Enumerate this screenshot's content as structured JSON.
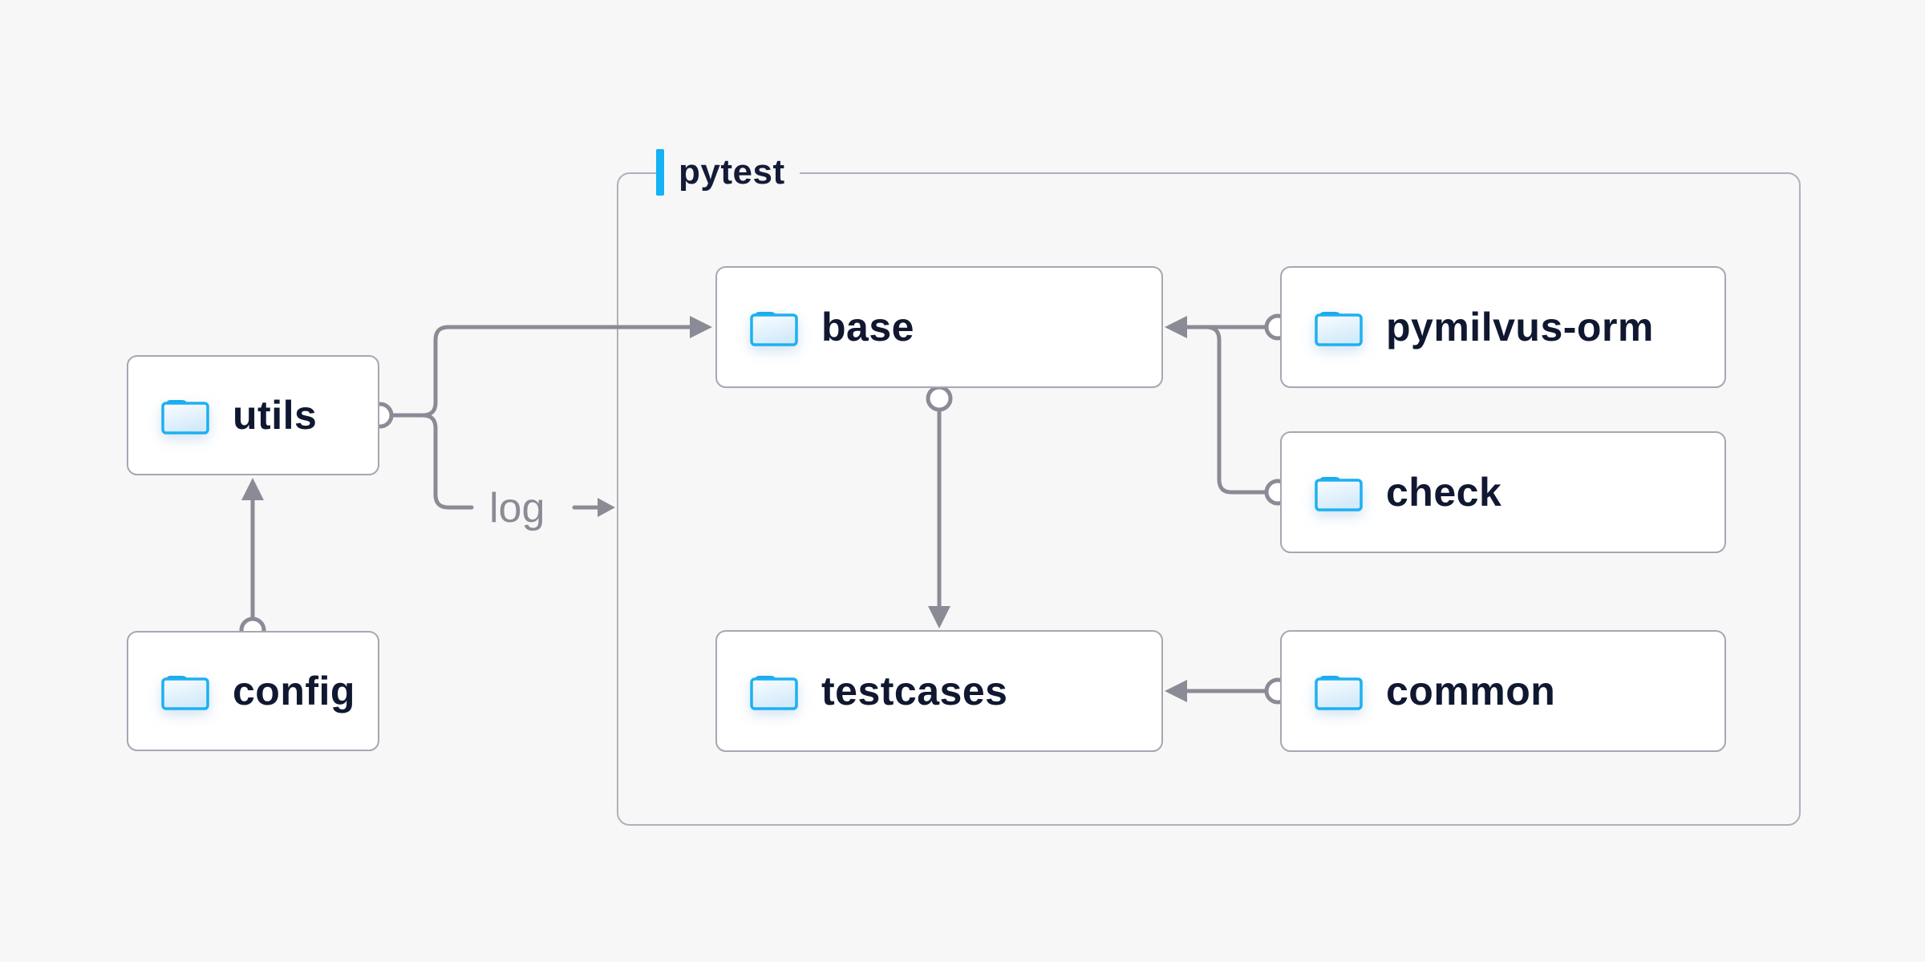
{
  "diagram": {
    "title_group": {
      "label": "pytest",
      "accent_color": "#14b1f4"
    },
    "nodes": [
      {
        "id": "utils",
        "label": "utils",
        "icon": "folder-icon"
      },
      {
        "id": "config",
        "label": "config",
        "icon": "folder-icon"
      },
      {
        "id": "base",
        "label": "base",
        "icon": "folder-icon"
      },
      {
        "id": "pymilvus-orm",
        "label": "pymilvus-orm",
        "icon": "folder-icon"
      },
      {
        "id": "check",
        "label": "check",
        "icon": "folder-icon"
      },
      {
        "id": "testcases",
        "label": "testcases",
        "icon": "folder-icon"
      },
      {
        "id": "common",
        "label": "common",
        "icon": "folder-icon"
      }
    ],
    "edges": [
      {
        "from": "config",
        "to": "utils",
        "label": ""
      },
      {
        "from": "utils",
        "to": "base",
        "label": ""
      },
      {
        "from": "utils",
        "to": "pytest",
        "label": "log"
      },
      {
        "from": "base",
        "to": "testcases",
        "label": ""
      },
      {
        "from": "pymilvus-orm",
        "to": "base",
        "label": ""
      },
      {
        "from": "check",
        "to": "base",
        "label": ""
      },
      {
        "from": "common",
        "to": "testcases",
        "label": ""
      }
    ],
    "colors": {
      "background": "#f7f7f8",
      "node_fill": "#ffffff",
      "node_border": "#a7a7b3",
      "group_border": "#b0b0bc",
      "edge": "#8b8b96",
      "label_text": "#101831",
      "accent": "#14b1f4",
      "folder_stroke": "#1db0f2"
    }
  }
}
